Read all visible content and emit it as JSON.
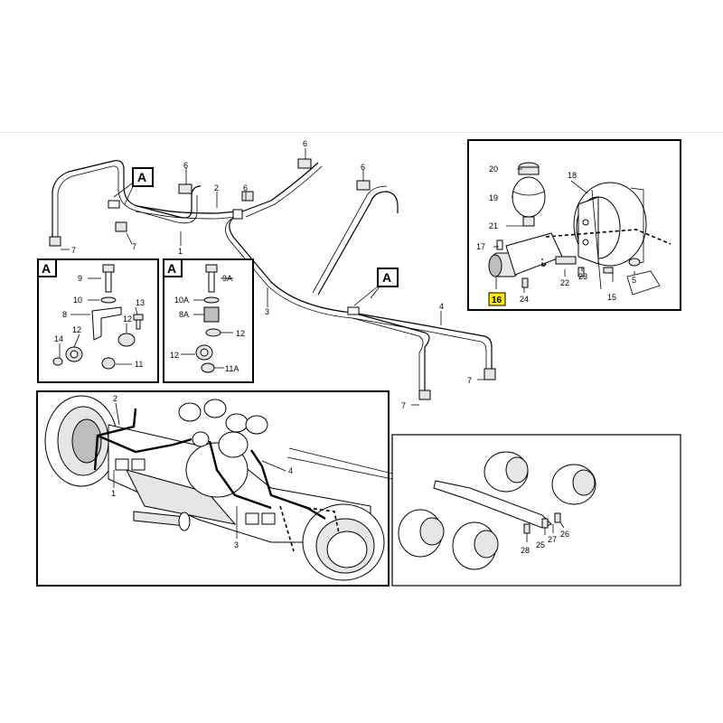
{
  "section_marker": "A",
  "highlight_color": "#ffea00",
  "highlighted_part": "16",
  "labels": {
    "p1": "1",
    "p2": "2",
    "p3": "3",
    "p4": "4",
    "p5": "5",
    "p6": "6",
    "p7": "7",
    "p8": "8",
    "p9": "9",
    "p9a": "9A",
    "p10": "10",
    "p10a": "10A",
    "p8a": "8A",
    "p11": "11",
    "p11a": "11A",
    "p12": "12",
    "p13": "13",
    "p14": "14",
    "p15": "15",
    "p16": "16",
    "p17": "17",
    "p18": "18",
    "p19": "19",
    "p20": "20",
    "p21": "21",
    "p22": "22",
    "p23": "23",
    "p24": "24",
    "p25": "25",
    "p26": "26",
    "p27": "27",
    "p28": "28"
  }
}
